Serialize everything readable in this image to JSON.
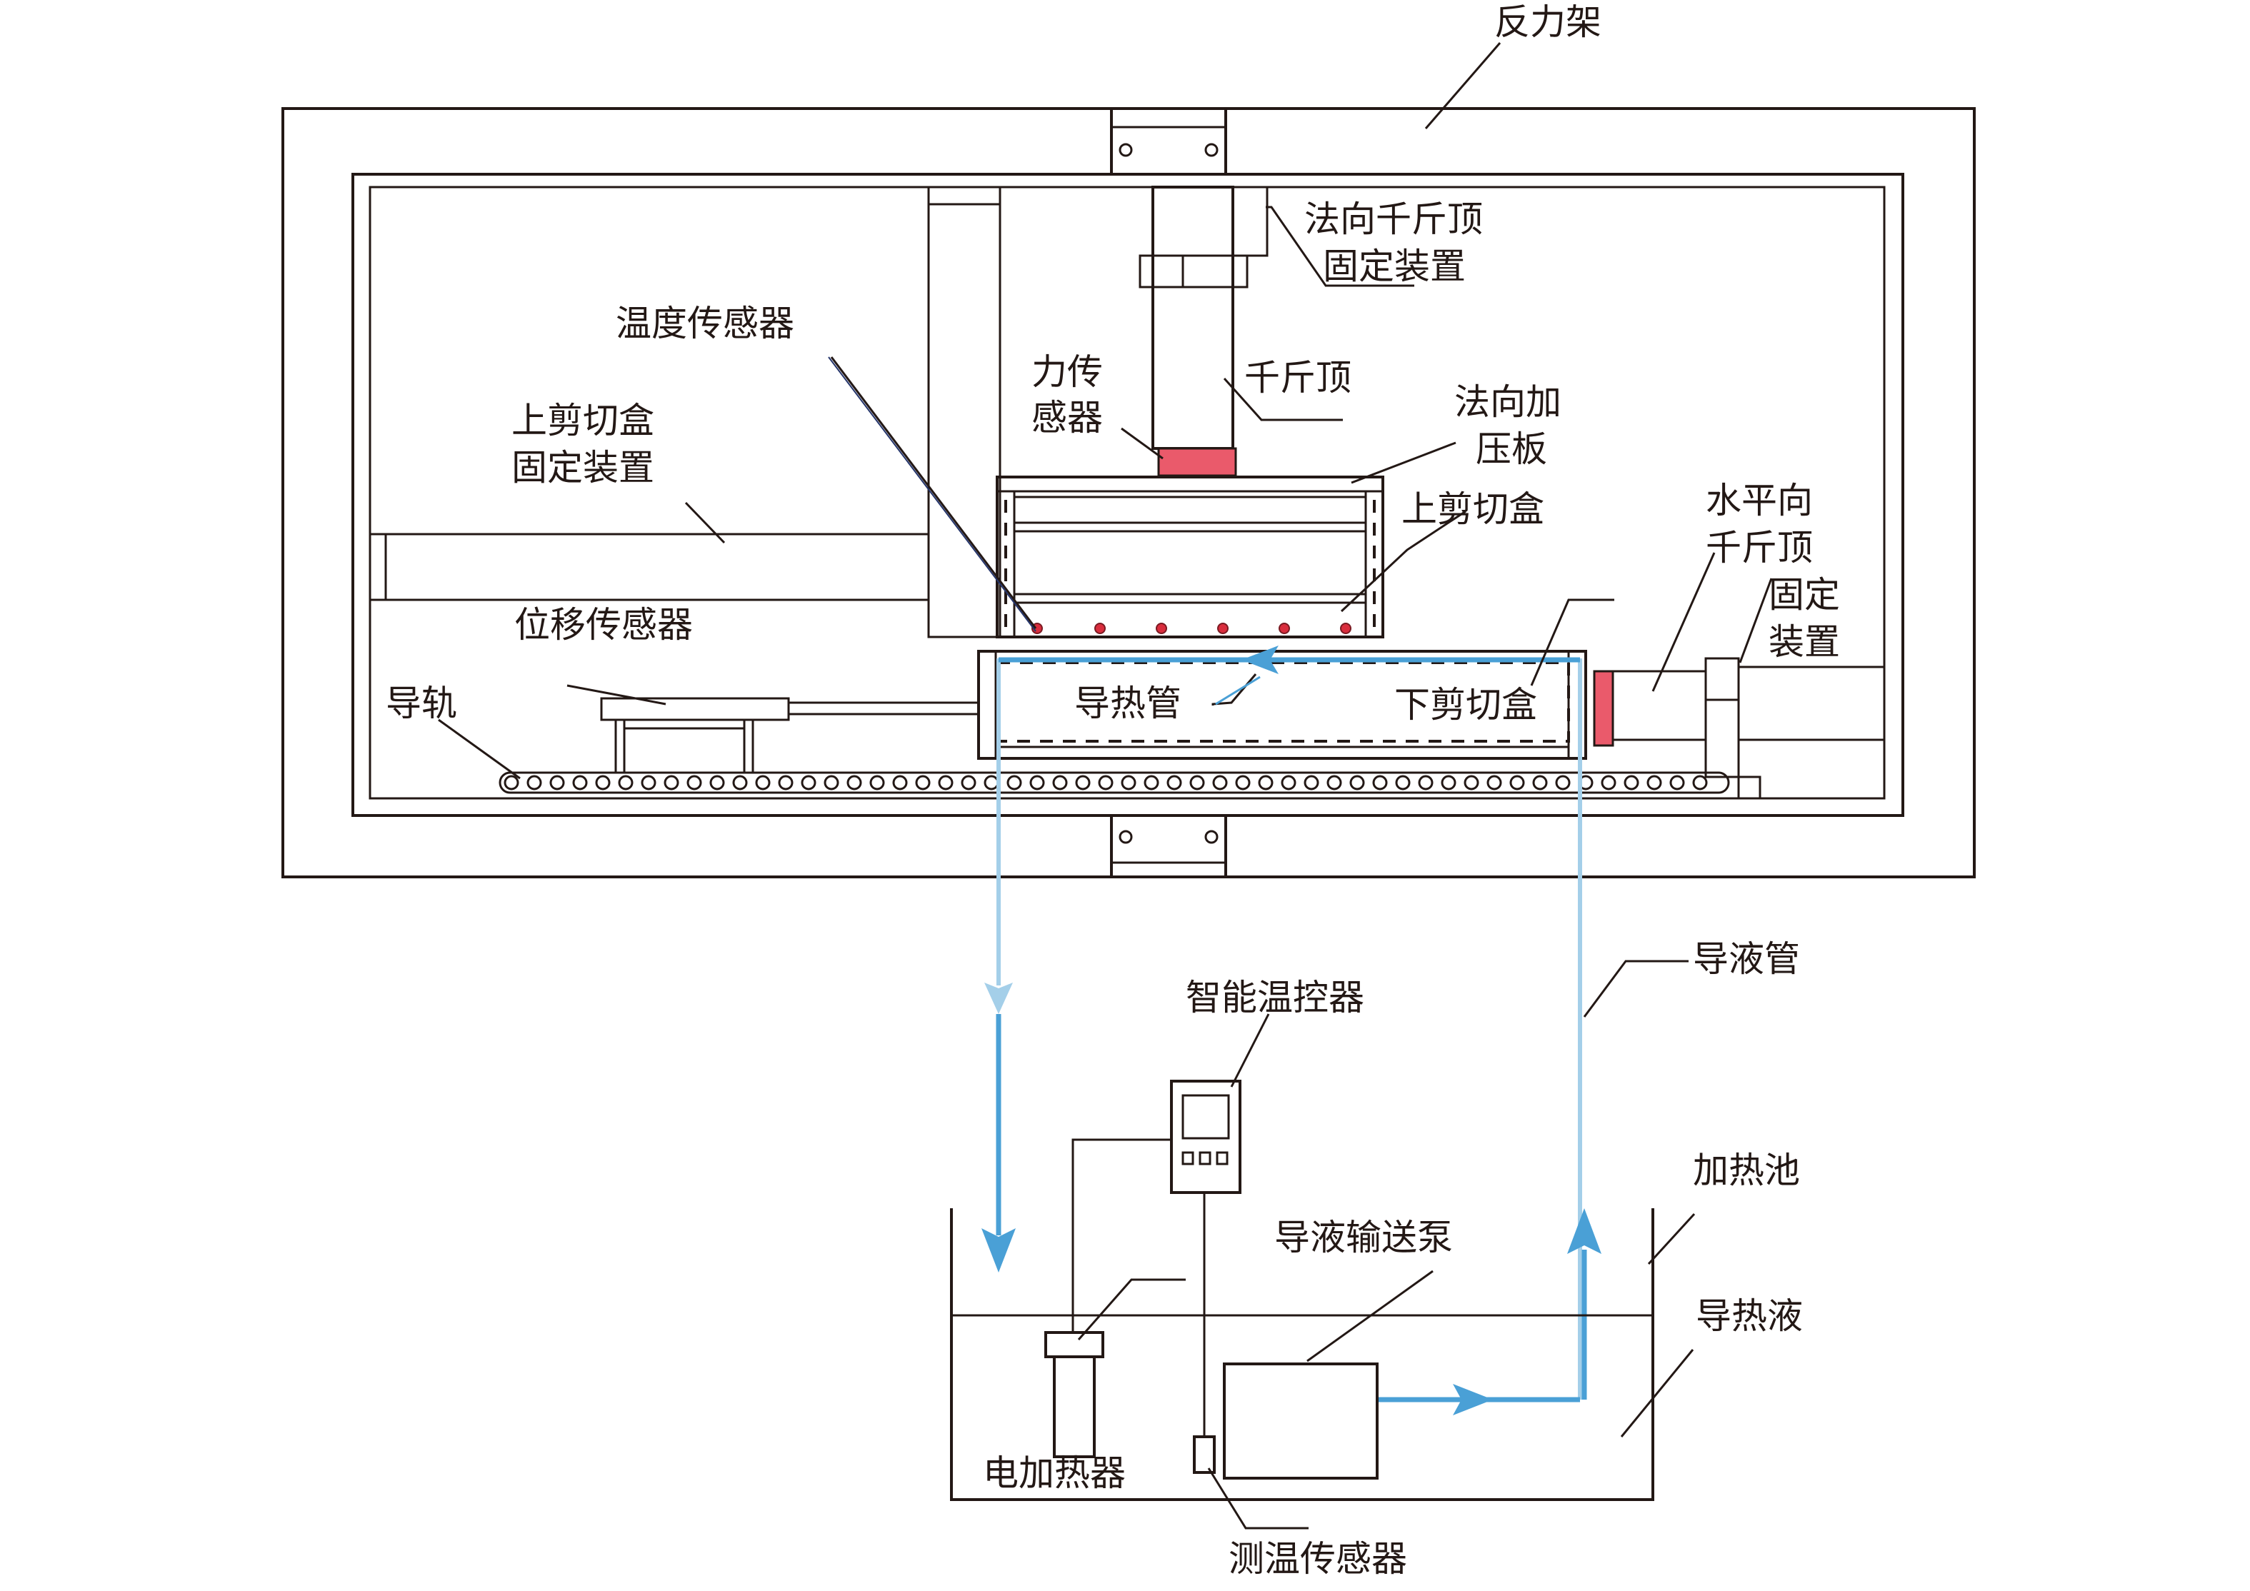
{
  "labels": {
    "reaction_frame": "反力架",
    "normal_jack_fix_1": "法向千斤顶",
    "normal_jack_fix_2": "固定装置",
    "temperature_sensor": "温度传感器",
    "force_sensor_1": "力传",
    "force_sensor_2": "感器",
    "jack": "千斤顶",
    "normal_plate_1": "法向加",
    "normal_plate_2": "压板",
    "upper_box_fix_1": "上剪切盒",
    "upper_box_fix_2": "固定装置",
    "upper_box": "上剪切盒",
    "horizontal_jack_1": "水平向",
    "horizontal_jack_2": "千斤顶",
    "fix_device_1": "固定",
    "fix_device_2": "装置",
    "displacement_sensor": "位移传感器",
    "guide_rail": "导轨",
    "heat_pipe": "导热管",
    "lower_box": "下剪切盒",
    "liquid_pipe": "导液管",
    "smart_controller": "智能温控器",
    "heating_pool": "加热池",
    "pump": "导液输送泵",
    "heat_liquid": "导热液",
    "electric_heater": "电加热器",
    "temp_measure_sensor": "测温传感器"
  },
  "colors": {
    "line": "#231815",
    "heat_pipe_blue": "#4aa0d6",
    "liquid_pipe_light_blue": "#a4cfe9",
    "sensor_red": "#ea5a6b"
  }
}
